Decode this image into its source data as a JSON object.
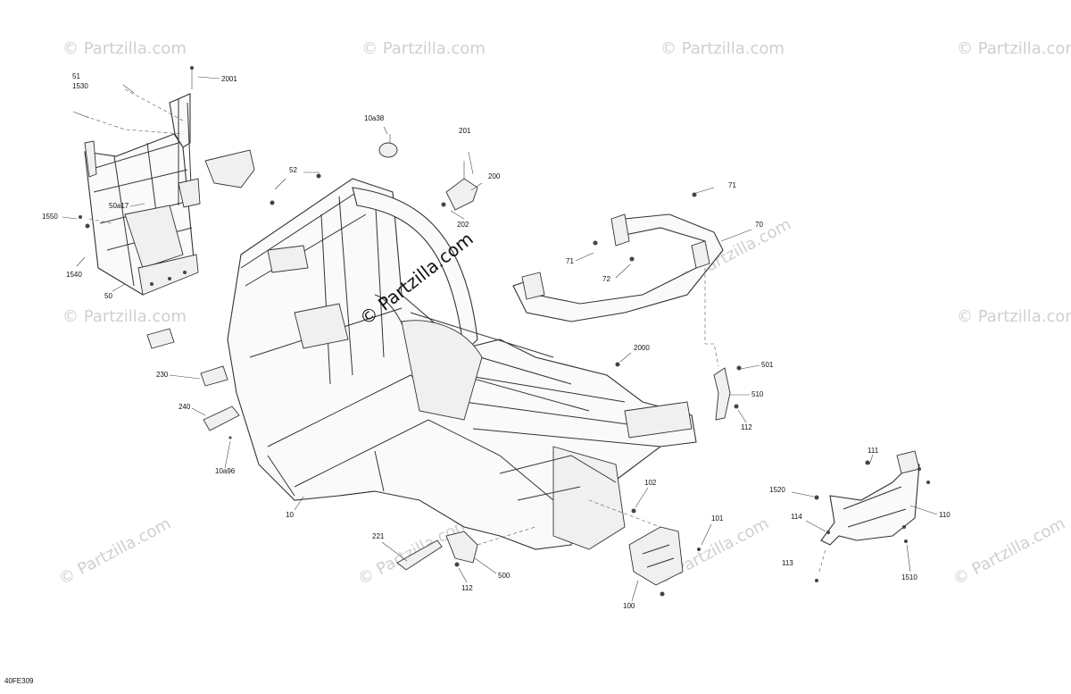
{
  "watermarks": {
    "repeat_text": "© Partzilla.com",
    "main_text": "© Partzilla.com",
    "main_text_plain": "Partzilla.com",
    "main_symbol": "©"
  },
  "diagram_code": "40FE309",
  "callouts": [
    {
      "id": "c-51",
      "text": "51"
    },
    {
      "id": "c-1530",
      "text": "1530"
    },
    {
      "id": "c-2001",
      "text": "2001"
    },
    {
      "id": "c-50a17",
      "text": "50a17"
    },
    {
      "id": "c-1550",
      "text": "1550"
    },
    {
      "id": "c-1540",
      "text": "1540"
    },
    {
      "id": "c-50",
      "text": "50"
    },
    {
      "id": "c-10a38",
      "text": "10a38"
    },
    {
      "id": "c-52",
      "text": "52"
    },
    {
      "id": "c-201",
      "text": "201"
    },
    {
      "id": "c-200",
      "text": "200"
    },
    {
      "id": "c-202",
      "text": "202"
    },
    {
      "id": "c-71a",
      "text": "71"
    },
    {
      "id": "c-70",
      "text": "70"
    },
    {
      "id": "c-71b",
      "text": "71"
    },
    {
      "id": "c-72",
      "text": "72"
    },
    {
      "id": "c-230",
      "text": "230"
    },
    {
      "id": "c-240",
      "text": "240"
    },
    {
      "id": "c-10a96",
      "text": "10a96"
    },
    {
      "id": "c-10",
      "text": "10"
    },
    {
      "id": "c-2000",
      "text": "2000"
    },
    {
      "id": "c-501",
      "text": "501"
    },
    {
      "id": "c-510",
      "text": "510"
    },
    {
      "id": "c-112a",
      "text": "112"
    },
    {
      "id": "c-111",
      "text": "111"
    },
    {
      "id": "c-1520",
      "text": "1520"
    },
    {
      "id": "c-110",
      "text": "110"
    },
    {
      "id": "c-114",
      "text": "114"
    },
    {
      "id": "c-113",
      "text": "113"
    },
    {
      "id": "c-1510",
      "text": "1510"
    },
    {
      "id": "c-102",
      "text": "102"
    },
    {
      "id": "c-101",
      "text": "101"
    },
    {
      "id": "c-221",
      "text": "221"
    },
    {
      "id": "c-112b",
      "text": "112"
    },
    {
      "id": "c-500",
      "text": "500"
    },
    {
      "id": "c-100",
      "text": "100"
    }
  ]
}
